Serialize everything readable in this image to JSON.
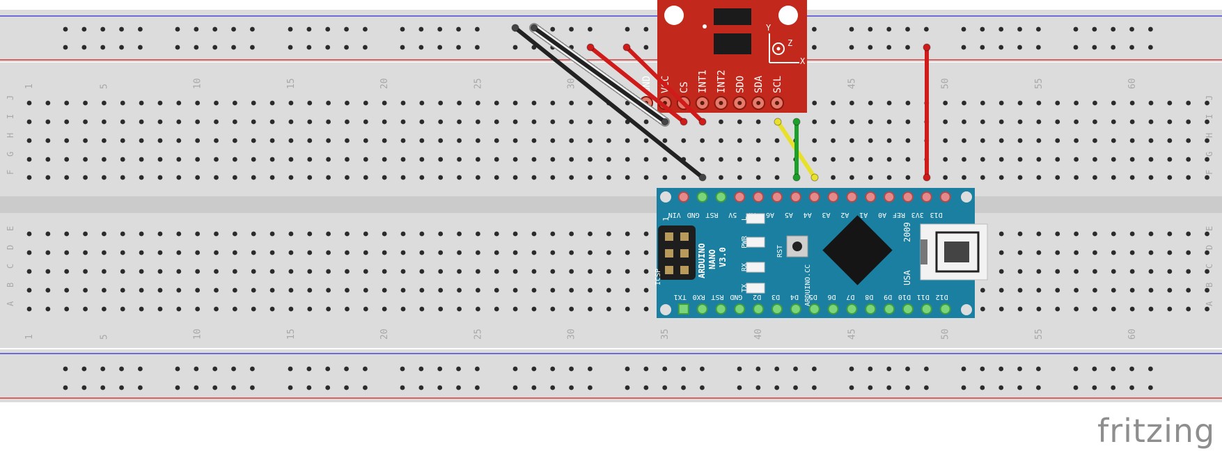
{
  "breadboard": {
    "column_labels": [
      "1",
      "5",
      "10",
      "15",
      "20",
      "25",
      "30",
      "35",
      "40",
      "45",
      "50",
      "55",
      "60"
    ],
    "top_row_labels": [
      "J",
      "I",
      "H",
      "G",
      "F"
    ],
    "bottom_row_labels": [
      "E",
      "D",
      "C",
      "B",
      "A"
    ],
    "rail_colors": {
      "positive": "#d01b1b",
      "negative": "#2a2ad0"
    }
  },
  "sensor_board": {
    "pin_labels": [
      "GND",
      "VCC",
      "CS",
      "INT1",
      "INT2",
      "SDO",
      "SDA",
      "SCL"
    ],
    "axis_labels": [
      "Y",
      "Z",
      "X"
    ],
    "color": "#c2281b"
  },
  "arduino": {
    "title_lines": [
      "ARDUINO",
      "NANO",
      "V3.0"
    ],
    "brand": "ARDUINO.CC",
    "year": "2009",
    "usa": "USA",
    "reset_label": "RST",
    "icsp_label": "ICSP",
    "icsp_pin1": "1",
    "led_labels": [
      "L",
      "PWR",
      "RX",
      "TX"
    ],
    "top_pins": [
      "VIN",
      "GND",
      "RST",
      "5V",
      "A7",
      "A6",
      "A5",
      "A4",
      "A3",
      "A2",
      "A1",
      "A0",
      "REF",
      "3V3",
      "D13"
    ],
    "bottom_pins": [
      "TX1",
      "RX0",
      "RST",
      "GND",
      "D2",
      "D3",
      "D4",
      "D5",
      "D6",
      "D7",
      "D8",
      "D9",
      "D10",
      "D11",
      "D12"
    ],
    "color": "#1b7fa2"
  },
  "wires": [
    {
      "name": "gnd-wire-1",
      "color": "#222222"
    },
    {
      "name": "gnd-wire-2",
      "color": "#222222"
    },
    {
      "name": "vcc-wire",
      "color": "#d01b1b"
    },
    {
      "name": "cs-wire",
      "color": "#d01b1b"
    },
    {
      "name": "sda-wire",
      "color": "#e8e02a"
    },
    {
      "name": "scl-wire",
      "color": "#1ba02a"
    },
    {
      "name": "power-rail-wire",
      "color": "#d01b1b"
    }
  ],
  "watermark": "fritzing"
}
